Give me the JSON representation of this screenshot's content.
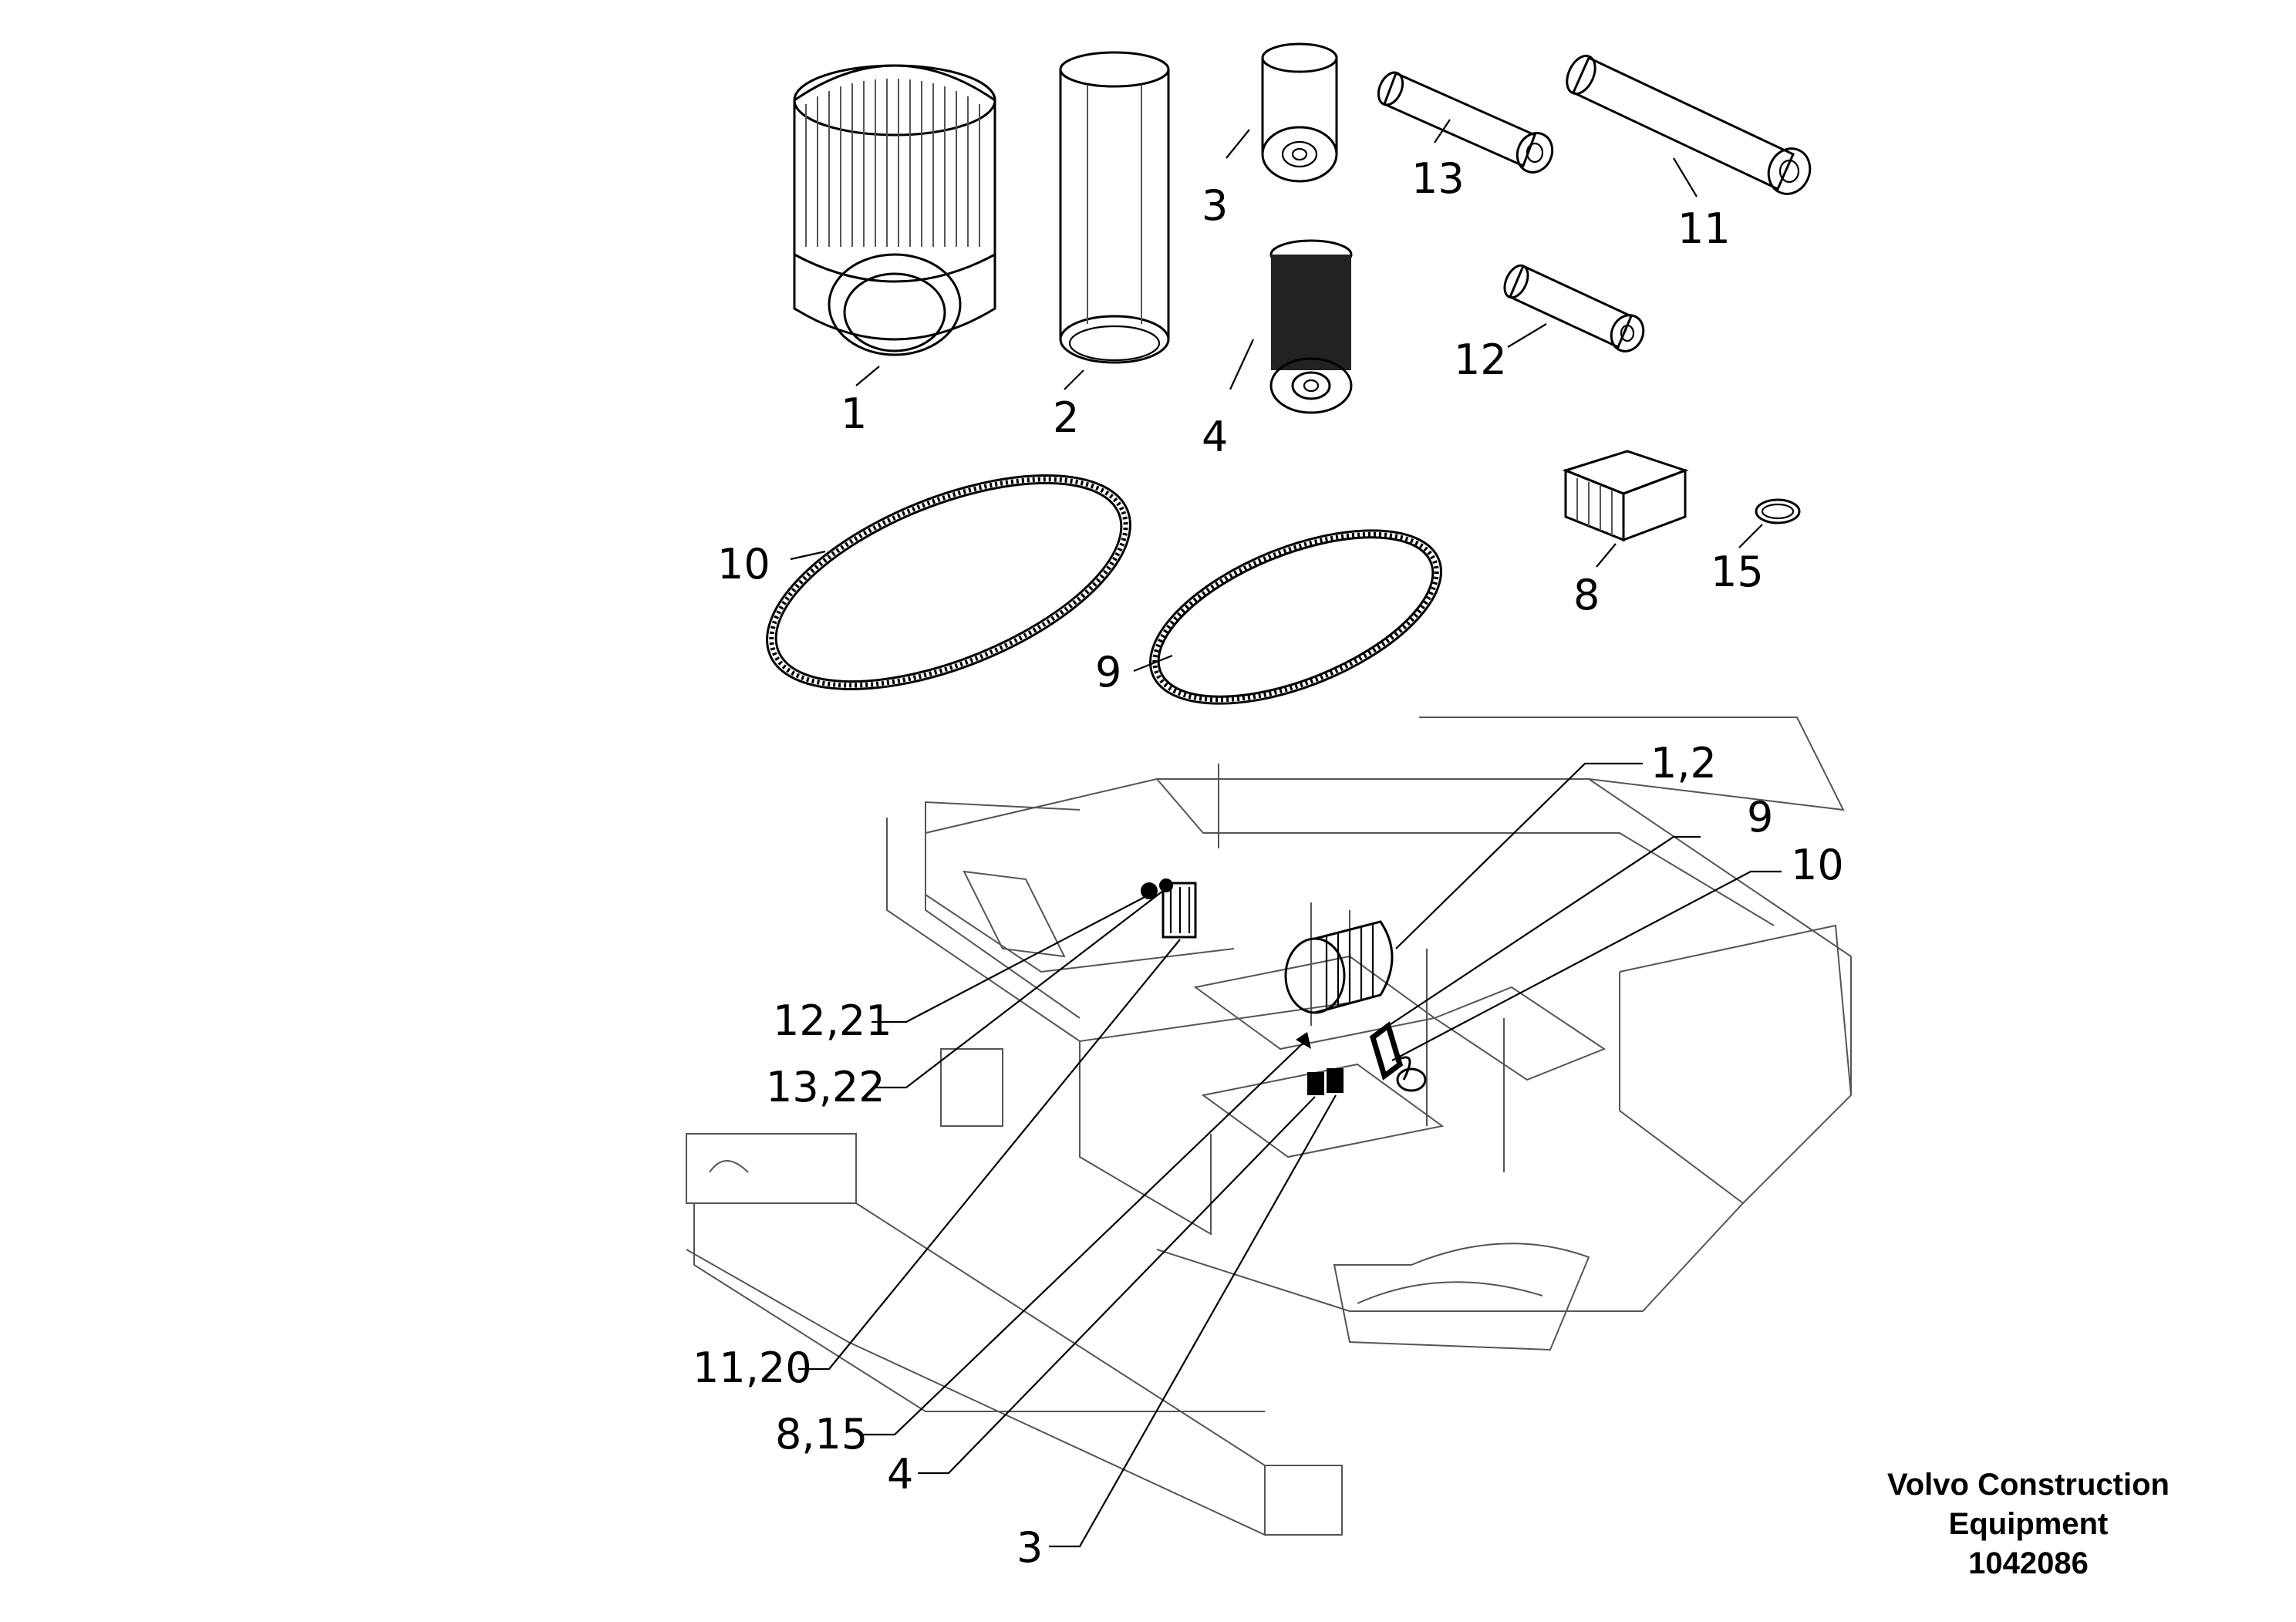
{
  "callouts": {
    "top": {
      "c1": "1",
      "c2": "2",
      "c3": "3",
      "c4": "4",
      "c8": "8",
      "c9": "9",
      "c10": "10",
      "c11": "11",
      "c12": "12",
      "c13": "13",
      "c15": "15"
    },
    "machine": {
      "c1_2": "1,2",
      "c9": "9",
      "c10": "10",
      "c12_21": "12,21",
      "c13_22": "13,22",
      "c11_20": "11,20",
      "c8_15": "8,15",
      "c4": "4",
      "c3": "3"
    }
  },
  "footer": {
    "line1": "Volvo Construction",
    "line2": "Equipment",
    "line3": "1042086"
  }
}
